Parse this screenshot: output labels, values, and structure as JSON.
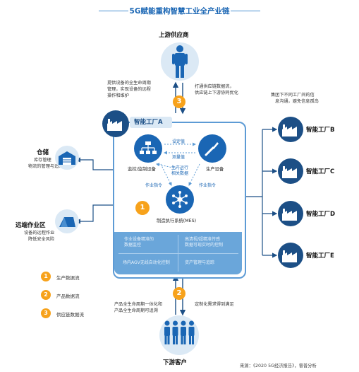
{
  "title": "5G赋能重构智慧工业全产业链",
  "upstream": {
    "label": "上游供应商",
    "left_note": [
      "提供设备的全生命周期",
      "管理，实现设备的远程",
      "操作和维护"
    ],
    "right_note": [
      "打通供应链数据流，",
      "供应链上下游协同优化"
    ]
  },
  "downstream": {
    "label": "下游客户",
    "left_note": [
      "产品全生命周期一体化和",
      "产品全生命周期可追溯"
    ],
    "right_note": [
      "定制化需求得到满足"
    ]
  },
  "factory_a": {
    "label": "智能工厂A",
    "nodes": {
      "monitor": "监控/监制设备",
      "production": "生产设备",
      "mes": "制造执行系统(MES)"
    },
    "flows": {
      "set_value": "设定值",
      "measure_value": "测量值",
      "production_data": [
        "生产运行",
        "相关数据"
      ],
      "work_order": "作业指令",
      "production_order": "作业指令"
    },
    "panel": [
      [
        "作业设备精准的",
        "数据监控"
      ],
      [
        "高清视/超精准传感",
        "数据可现实时的控制"
      ],
      [
        "场内AGV无线自动化控制"
      ],
      [
        "资产管理与追踪"
      ]
    ]
  },
  "warehouse": {
    "label": "仓储",
    "note": [
      "库存管理",
      "物流的管理与追踪"
    ]
  },
  "remote": {
    "label": "远端作业区",
    "note": [
      "设备的远程作业",
      "降低安全风险"
    ]
  },
  "cluster_note": [
    "集团下不同工厂间的信",
    "息沟通，避免信息孤岛"
  ],
  "factories": [
    "智能工厂B",
    "智能工厂C",
    "智能工厂D",
    "智能工厂E"
  ],
  "legend": [
    {
      "num": "1",
      "label": "生产数据流"
    },
    {
      "num": "2",
      "label": "产品数据流"
    },
    {
      "num": "3",
      "label": "供应链数据流"
    }
  ],
  "badges": {
    "one": "1",
    "two": "2",
    "three": "3"
  },
  "source": "来源：《2020 5G经济报告》，睿普分析",
  "colors": {
    "blue": "#1a66b4",
    "dark_blue": "#1c4f86",
    "panel": "#6aa6da",
    "orange": "#f7a21b"
  }
}
